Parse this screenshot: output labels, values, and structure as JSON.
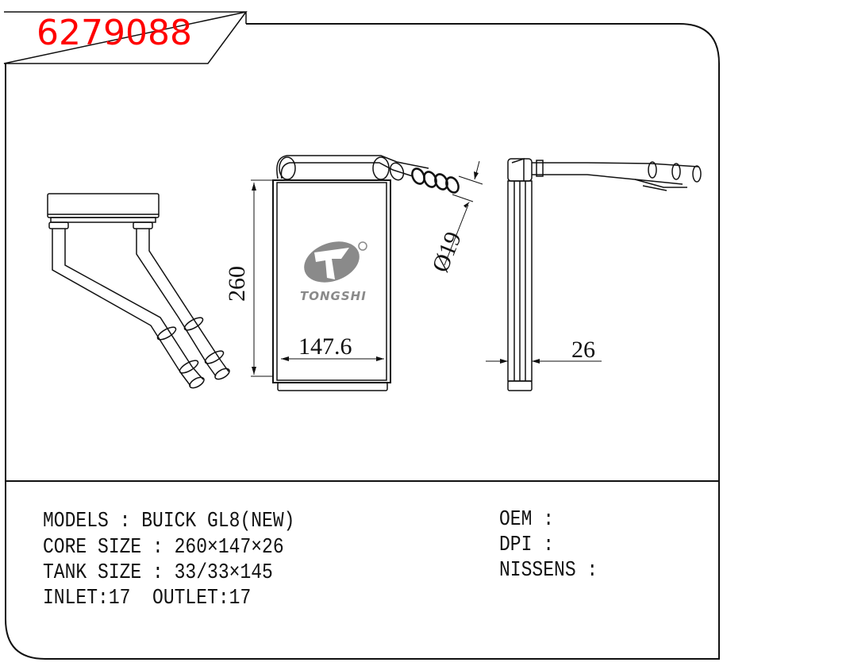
{
  "part_number": "6279088",
  "brand_logo": {
    "text": "TONGSHI",
    "registered_mark": "®"
  },
  "dimensions": {
    "height": "260",
    "width": "147.6",
    "thickness": "26",
    "pipe_diameter": "Ø19"
  },
  "specs": {
    "models": "MODELS : BUICK GL8(NEW)",
    "core_size": "CORE SIZE : 260×147×26",
    "tank_size": "TANK SIZE : 33/33×145",
    "inlet_outlet": "INLET:17  OUTLET:17"
  },
  "references": {
    "oem": "OEM :",
    "dpi": "DPI :",
    "nissens": "NISSENS :"
  }
}
